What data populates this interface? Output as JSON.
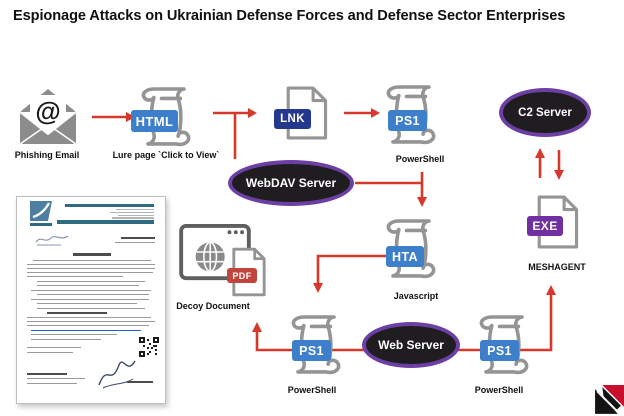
{
  "title": "Espionage Attacks on Ukrainian Defense Forces and Defense Sector Enterprises",
  "colors": {
    "arrow_red": "#d8382c",
    "badge_blue": "#3d7fcb",
    "badge_navy": "#24388e",
    "badge_purple": "#7130a1",
    "badge_red": "#c2453c",
    "ellipse_fill": "#201d20",
    "ellipse_ring": "#6b3fa3",
    "icon_gray": "#949494"
  },
  "nodes": {
    "phishing_email": {
      "label": "Phishing Email",
      "at_symbol": "@"
    },
    "lure_page": {
      "label": "Lure page `Click to View`",
      "badge": "HTML"
    },
    "shortcut": {
      "badge": "LNK"
    },
    "powershell_top": {
      "label": "PowerShell",
      "badge": "PS1"
    },
    "c2_server": {
      "label": "C2 Server"
    },
    "webdav_server": {
      "label": "WebDAV Server"
    },
    "hta": {
      "label": "Javascript",
      "badge": "HTA"
    },
    "meshagent": {
      "label": "MESHAGENT",
      "badge": "EXE"
    },
    "decoy_document": {
      "label": "Decoy Document",
      "badge": "PDF"
    },
    "powershell_bottom_left": {
      "label": "PowerShell",
      "badge": "PS1"
    },
    "web_server": {
      "label": "Web Server"
    },
    "powershell_bottom_right": {
      "label": "PowerShell",
      "badge": "PS1"
    }
  },
  "edges": [
    {
      "from": "phishing_email",
      "to": "lure_page"
    },
    {
      "from": "lure_page",
      "to": "shortcut"
    },
    {
      "from": "lure_page",
      "to": "webdav_server"
    },
    {
      "from": "shortcut",
      "to": "powershell_top"
    },
    {
      "from": "powershell_top",
      "to": "hta"
    },
    {
      "from": "webdav_server",
      "to": "hta"
    },
    {
      "from": "hta",
      "to": "powershell_bottom_left"
    },
    {
      "from": "powershell_bottom_left",
      "to": "decoy_document"
    },
    {
      "from": "powershell_bottom_left",
      "to": "web_server"
    },
    {
      "from": "web_server",
      "to": "powershell_bottom_right"
    },
    {
      "from": "powershell_bottom_right",
      "to": "meshagent"
    },
    {
      "from": "meshagent",
      "to": "c2_server",
      "bidirectional": true
    }
  ]
}
